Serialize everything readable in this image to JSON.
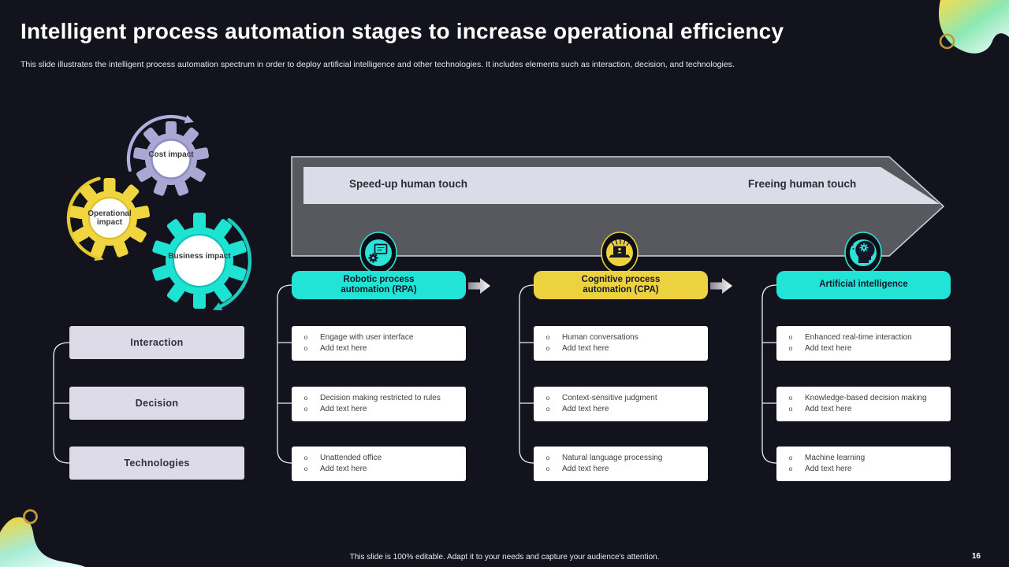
{
  "slide": {
    "title": "Intelligent process automation stages to increase operational efficiency",
    "subtitle": "This slide illustrates the intelligent process automation spectrum in order to deploy artificial intelligence and other technologies. It includes elements such as interaction, decision, and technologies.",
    "footer": "This slide is 100% editable. Adapt it to your needs and capture your audience's attention.",
    "page_number": "16",
    "bullet": "o",
    "background_color": "#12131d"
  },
  "impact_gears": [
    {
      "label": "Cost impact",
      "color": "#a9a7d3",
      "icon": "gear-icon"
    },
    {
      "label": "Operational impact",
      "color": "#f0d53e",
      "icon": "gear-icon"
    },
    {
      "label": "Business impact",
      "color": "#1fe3d2",
      "icon": "gear-icon"
    }
  ],
  "banner": {
    "left_label": "Speed-up human touch",
    "right_label": "Freeing human touch",
    "arrow_color": "#58585f",
    "band_color": "#dcdce8"
  },
  "rows": [
    {
      "label": "Interaction"
    },
    {
      "label": "Decision"
    },
    {
      "label": "Technologies"
    }
  ],
  "columns": [
    {
      "title": "Robotic process automation (RPA)",
      "accent": "#22e4d6",
      "icon": "document-gear-icon",
      "items": [
        {
          "point": "Engage with user interface",
          "sub": "Add text here"
        },
        {
          "point": "Decision making restricted to rules",
          "sub": "Add text here"
        },
        {
          "point": "Unattended office",
          "sub": "Add text here"
        }
      ]
    },
    {
      "title": "Cognitive process automation (CPA)",
      "accent": "#edd23f",
      "icon": "laptop-signals-icon",
      "items": [
        {
          "point": "Human conversations",
          "sub": "Add text here"
        },
        {
          "point": "Context-sensitive judgment",
          "sub": "Add text here"
        },
        {
          "point": "Natural language processing",
          "sub": "Add text here"
        }
      ]
    },
    {
      "title": "Artificial intelligence",
      "accent": "#22e4d6",
      "icon": "ai-head-gear-icon",
      "items": [
        {
          "point": "Enhanced real-time interaction",
          "sub": "Add text here"
        },
        {
          "point": "Knowledge-based decision making",
          "sub": "Add text here"
        },
        {
          "point": "Machine learning",
          "sub": "Add text here"
        }
      ]
    }
  ]
}
